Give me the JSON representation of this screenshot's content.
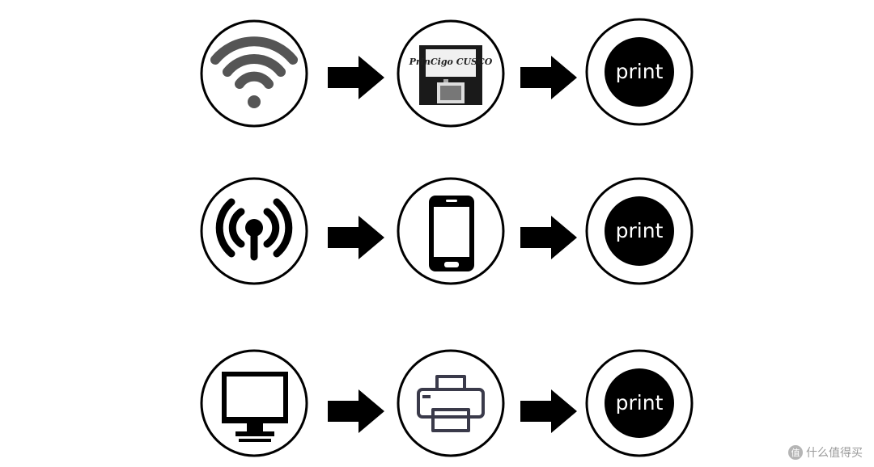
{
  "rows": [
    {
      "source": "wifi-icon",
      "device": "photo-booth-icon",
      "device_text": "PrinCigo CUSCO",
      "output_label": "print"
    },
    {
      "source": "signal-broadcast-icon",
      "device": "smartphone-icon",
      "output_label": "print"
    },
    {
      "source": "monitor-icon",
      "device": "printer-icon",
      "output_label": "print"
    }
  ],
  "watermark": {
    "text": "什么值得买",
    "badge": "值"
  },
  "colors": {
    "ink": "#000000",
    "background": "#ffffff",
    "mid": "#555555"
  }
}
